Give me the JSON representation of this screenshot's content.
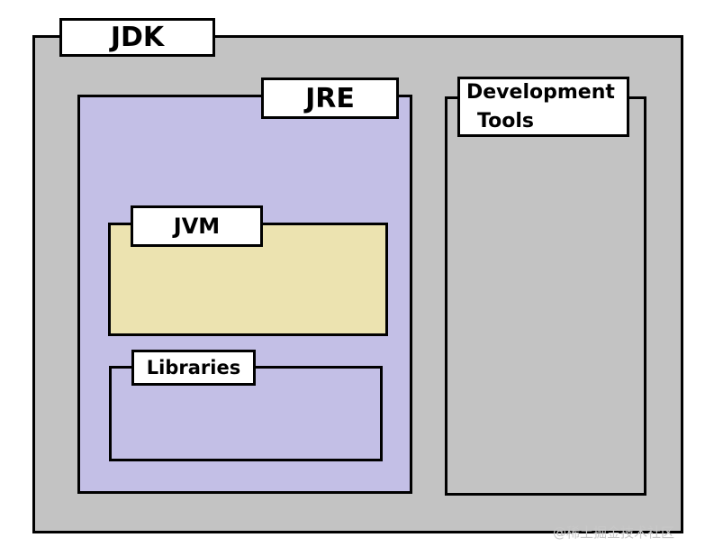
{
  "colors": {
    "jdk_fill": "#c3c3c3",
    "jre_fill": "#c3bfe6",
    "jvm_fill": "#ece3b0",
    "libraries_fill": "#c3bfe6",
    "dev_tools_fill": "#c3c3c3"
  },
  "diagram": {
    "jdk": {
      "label": "JDK"
    },
    "jre": {
      "label": "JRE"
    },
    "jvm": {
      "label": "JVM"
    },
    "libraries": {
      "label": "Libraries"
    },
    "development_tools": {
      "label_line1": "Development",
      "label_line2": "Tools"
    }
  },
  "watermark": "@稀土掘金技术社区"
}
